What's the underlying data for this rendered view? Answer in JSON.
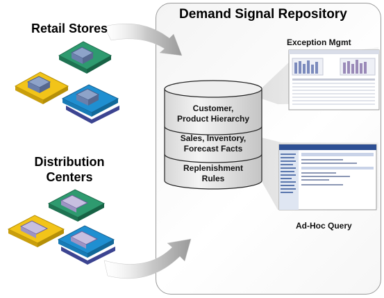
{
  "diagram": {
    "repository_title": "Demand Signal Repository",
    "retail_stores_label": "Retail Stores",
    "distribution_centers_label": [
      "Distribution",
      "Centers"
    ],
    "exception_mgmt_label": "Exception Mgmt",
    "adhoc_query_label": "Ad-Hoc Query",
    "cylinder_sections": [
      {
        "lines": [
          "Customer,",
          "Product Hierarchy"
        ]
      },
      {
        "lines": [
          "Sales, Inventory,",
          "Forecast Facts"
        ]
      },
      {
        "lines": [
          "Replenishment",
          "Rules"
        ]
      }
    ]
  }
}
